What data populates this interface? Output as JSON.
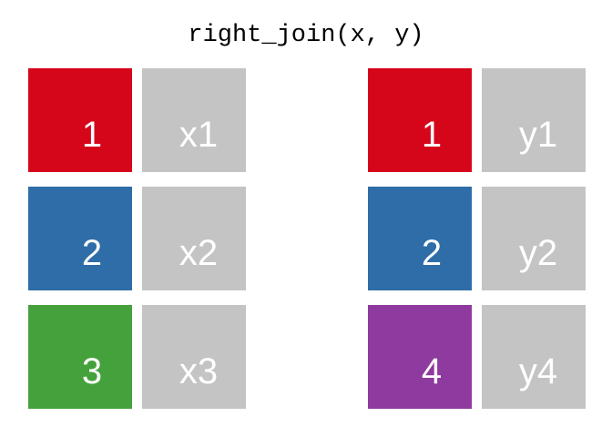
{
  "title": "right_join(x, y)",
  "colors": {
    "red": "#D6061A",
    "blue": "#2E6DA8",
    "green": "#45A13C",
    "purple": "#8E3A9E",
    "grey": "#C4C4C4",
    "text_on_block": "#FFFFFF",
    "background": "#FFFFFF",
    "title_text": "#000000"
  },
  "tables": [
    {
      "name": "x",
      "rows": [
        {
          "key": "1",
          "key_color": "#D6061A",
          "value": "x1",
          "value_color": "#C4C4C4"
        },
        {
          "key": "2",
          "key_color": "#2E6DA8",
          "value": "x2",
          "value_color": "#C4C4C4"
        },
        {
          "key": "3",
          "key_color": "#45A13C",
          "value": "x3",
          "value_color": "#C4C4C4"
        }
      ]
    },
    {
      "name": "y",
      "rows": [
        {
          "key": "1",
          "key_color": "#D6061A",
          "value": "y1",
          "value_color": "#C4C4C4"
        },
        {
          "key": "2",
          "key_color": "#2E6DA8",
          "value": "y2",
          "value_color": "#C4C4C4"
        },
        {
          "key": "4",
          "key_color": "#8E3A9E",
          "value": "y4",
          "value_color": "#C4C4C4"
        }
      ]
    }
  ]
}
